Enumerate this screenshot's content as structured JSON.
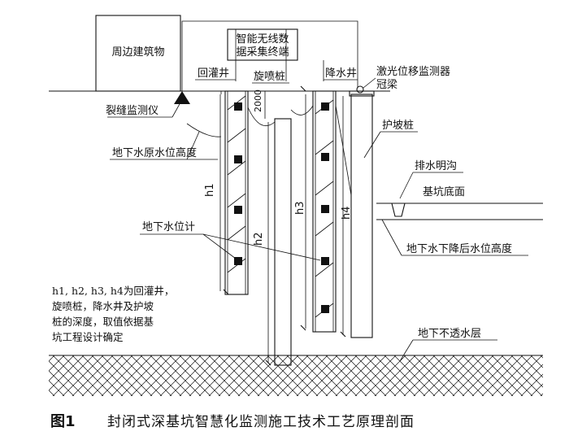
{
  "labels": {
    "building": "周边建筑物",
    "terminal_line1": "智能无线数",
    "terminal_line2": "据采集终端",
    "recharge_well": "回灌井",
    "jet_pile": "旋喷桩",
    "dewatering_well": "降水井",
    "laser_monitor": "激光位移监测器",
    "crown_beam": "冠梁",
    "crack_monitor": "裂缝监测仪",
    "slope_pile": "护坡桩",
    "orig_water_level": "地下水原水位高度",
    "drain_ditch": "排水明沟",
    "pit_bottom": "基坑底面",
    "water_gauge": "地下水位计",
    "lowered_water_level": "地下水下降后水位高度",
    "impermeable_layer": "地下不透水层",
    "dim_2000": "2000",
    "h1": "h1",
    "h2": "h2",
    "h3": "h3",
    "h4": "h4"
  },
  "note": {
    "line1": "h1, h2, h3, h4为回灌井，",
    "line2": "旋喷桩，降水井及护坡",
    "line3": "桩的深度，取值依据基",
    "line4": "坑工程设计确定"
  },
  "caption": {
    "number": "图1",
    "text": "封闭式深基坑智慧化监测施工技术工艺原理剖面"
  }
}
